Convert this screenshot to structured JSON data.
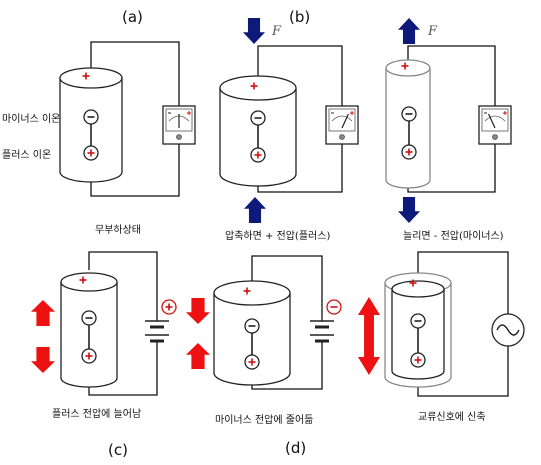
{
  "panels": {
    "a": {
      "letter": "(a)",
      "caption": "무부하상태"
    },
    "b": {
      "letter": "(b)",
      "caption": "압축하면 + 전압(플러스)",
      "force": "F"
    },
    "b2": {
      "caption": "늘리면 - 전압(마이너스)",
      "force": "F"
    },
    "c": {
      "letter": "(c)",
      "caption": "플러스 전압에 늘어남"
    },
    "d": {
      "letter": "(d)",
      "caption": "마이너스 전압에 줄어듦"
    },
    "e": {
      "caption": "교류신호에 신축"
    }
  },
  "ions": {
    "minus_label": "마이너스 이온",
    "plus_label": "플러스 이온"
  },
  "symbols": {
    "plus": "+",
    "minus": "−"
  },
  "colors": {
    "force_arrow": "#0d1a7a",
    "expansion_arrow": "#ee1111",
    "wire": "#111111"
  }
}
